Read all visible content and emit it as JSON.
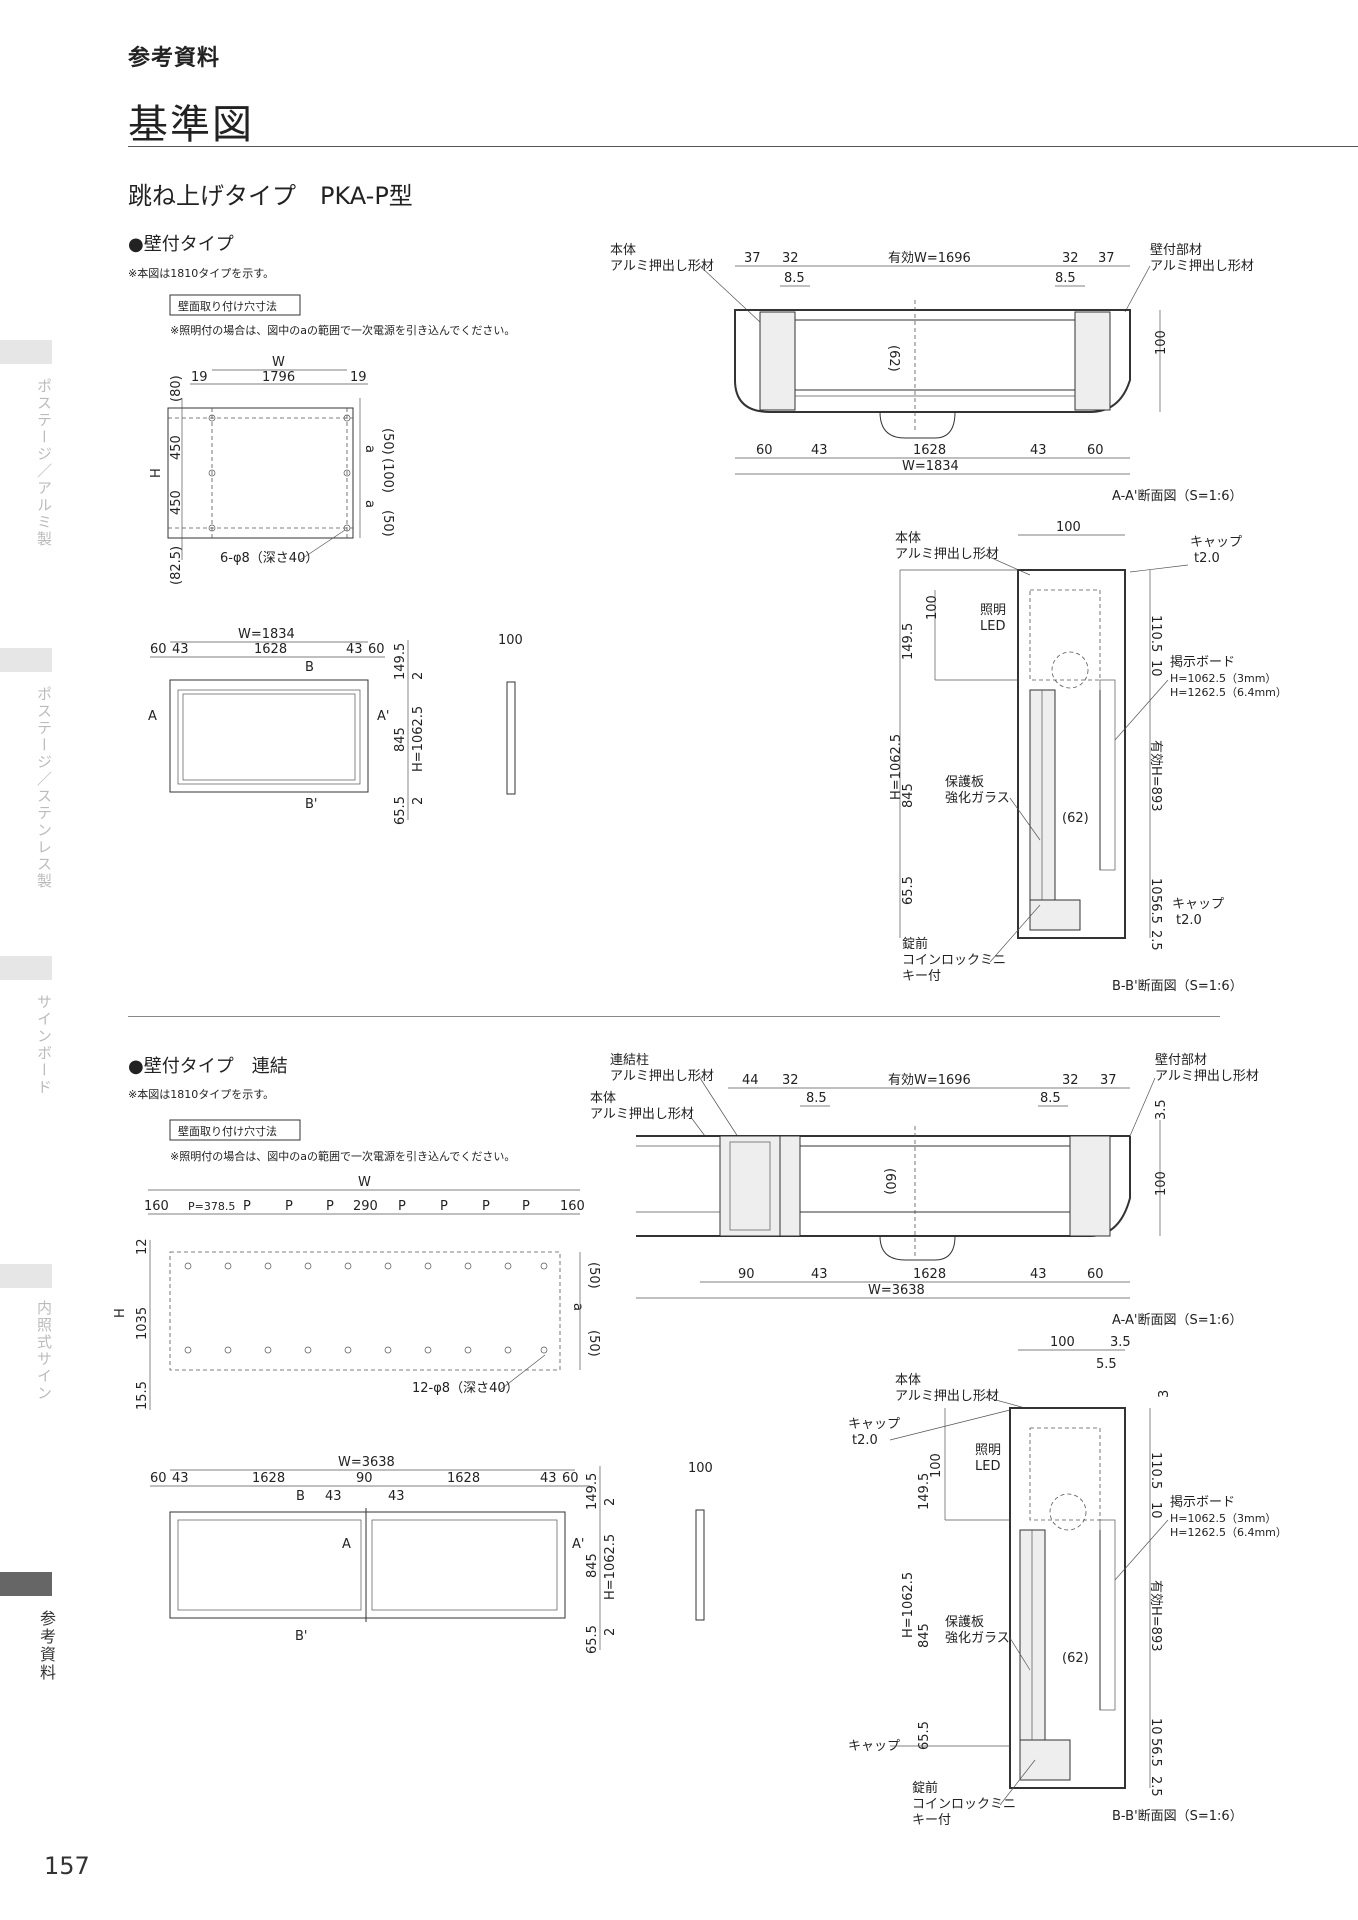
{
  "header": {
    "section": "参考資料",
    "title": "基準図"
  },
  "product_title": "跳ね上げタイプ　PKA-P型",
  "page_number": "157",
  "side_tabs": [
    {
      "label": "ポステージ／アルミ製",
      "active": false
    },
    {
      "label": "ポステージ／ステンレス製",
      "active": false
    },
    {
      "label": "サインボード",
      "active": false
    },
    {
      "label": "内照式サイン",
      "active": false
    },
    {
      "label": "参考資料",
      "active": true
    }
  ],
  "sec1": {
    "heading": "●壁付タイプ",
    "note": "※本図は1810タイプを示す。",
    "box_label": "壁面取り付け穴寸法",
    "box_note": "※照明付の場合は、図中のaの範囲で一次電源を引き込んでください。",
    "hole": {
      "W": "W",
      "d19a": "19",
      "d1796": "1796",
      "d19b": "19",
      "d80": "(80)",
      "H": "H",
      "d450a": "450",
      "d450b": "450",
      "d825": "(82.5)",
      "d50a": "(50)",
      "a1": "a",
      "d100": "(100)",
      "a2": "a",
      "d50b": "(50)",
      "holes": "6-φ8（深さ40）"
    },
    "front": {
      "W": "W=1834",
      "d60": "60",
      "d43a": "43",
      "d1628": "1628",
      "d43b": "43",
      "d60b": "60",
      "B": "B",
      "Bp": "B'",
      "A": "A",
      "Ap": "A'",
      "d1495": "149.5",
      "d2a": "2",
      "d845": "845",
      "dH": "H=1062.5",
      "d655": "65.5",
      "d2b": "2"
    },
    "side": {
      "d100": "100"
    },
    "aa": {
      "lbl1": "本体",
      "lbl2": "アルミ押出し形材",
      "r1": "壁付部材",
      "r2": "アルミ押出し形材",
      "d37a": "37",
      "d32a": "32",
      "eff": "有効W=1696",
      "d32b": "32",
      "d37b": "37",
      "d85a": "8.5",
      "d85b": "8.5",
      "d62": "(62)",
      "d100": "100",
      "d60": "60",
      "d43a": "43",
      "d1628": "1628",
      "d43b": "43",
      "d60b": "60",
      "W": "W=1834",
      "caption": "A-A'断面図（S=1:6）"
    },
    "bb": {
      "d100": "100",
      "l1": "本体",
      "l2": "アルミ押出し形材",
      "cap1": "キャップ",
      "cap1b": "t2.0",
      "led1": "照明",
      "led2": "LED",
      "d100v": "100",
      "d1495": "149.5",
      "d1105": "110.5",
      "d10a": "10",
      "board": "掲示ボード",
      "board1": "H=1062.5（3mm）",
      "board2": "H=1262.5（6.4mm）",
      "dH": "H=1062.5",
      "eff": "有効H=893",
      "prot1": "保護板",
      "prot2": "強化ガラス",
      "d62": "(62)",
      "d845": "845",
      "d655": "65.5",
      "d10b": "10",
      "d565": "56.5",
      "cap2": "キャップ",
      "cap2b": "t2.0",
      "d25": "2.5",
      "lock1": "錠前",
      "lock2": "コインロックミニ",
      "lock3": "キー付",
      "caption": "B-B'断面図（S=1:6）"
    }
  },
  "sec2": {
    "heading": "●壁付タイプ　連結",
    "note": "※本図は1810タイプを示す。",
    "box_label": "壁面取り付け穴寸法",
    "box_note": "※照明付の場合は、図中のaの範囲で一次電源を引き込んでください。",
    "hole": {
      "W": "W",
      "d160a": "160",
      "pfirst": "P=378.5",
      "p": [
        "P",
        "P",
        "P"
      ],
      "d290": "290",
      "p2": [
        "P",
        "P",
        "P",
        "P"
      ],
      "d160b": "160",
      "H": "H",
      "d12": "12",
      "d1035": "1035",
      "d155": "15.5",
      "d50a": "(50)",
      "a": "a",
      "d50b": "(50)",
      "holes": "12-φ8（深さ40）"
    },
    "front": {
      "W": "W=3638",
      "d60": "60",
      "d43a": "43",
      "d1628a": "1628",
      "d90": "90",
      "d1628b": "1628",
      "d43b": "43",
      "d60b": "60",
      "B": "B",
      "d43c": "43",
      "d43d": "43",
      "A": "A",
      "Ap": "A'",
      "Bp": "B'",
      "d1495": "149.5",
      "d2a": "2",
      "d845": "845",
      "dH": "H=1062.5",
      "d655": "65.5",
      "d2b": "2"
    },
    "side": {
      "d100": "100"
    },
    "aa": {
      "c1": "連結柱",
      "c2": "アルミ押出し形材",
      "l1": "本体",
      "l2": "アルミ押出し形材",
      "r1": "壁付部材",
      "r2": "アルミ押出し形材",
      "d44": "44",
      "d32a": "32",
      "eff": "有効W=1696",
      "d32b": "32",
      "d37": "37",
      "d85a": "8.5",
      "d85b": "8.5",
      "d35": "3.5",
      "d60v": "(60)",
      "d100": "100",
      "d90": "90",
      "d43a": "43",
      "d1628": "1628",
      "d43b": "43",
      "d60": "60",
      "W": "W=3638",
      "caption": "A-A'断面図（S=1:6）"
    },
    "bb": {
      "d100": "100",
      "d35": "3.5",
      "d55": "5.5",
      "d3": "3",
      "l1": "本体",
      "l2": "アルミ押出し形材",
      "cap1": "キャップ",
      "cap1b": "t2.0",
      "led1": "照明",
      "led2": "LED",
      "d100v": "100",
      "d1495": "149.5",
      "d1105": "110.5",
      "d10a": "10",
      "board": "掲示ボード",
      "board1": "H=1062.5（3mm）",
      "board2": "H=1262.5（6.4mm）",
      "dH": "H=1062.5",
      "eff": "有効H=893",
      "prot1": "保護板",
      "prot2": "強化ガラス",
      "d62": "(62)",
      "d845": "845",
      "d655": "65.5",
      "d10b": "10",
      "d565": "56.5",
      "cap2": "キャップ",
      "d25": "2.5",
      "lock1": "錠前",
      "lock2": "コインロックミニ",
      "lock3": "キー付",
      "caption": "B-B'断面図（S=1:6）"
    }
  }
}
